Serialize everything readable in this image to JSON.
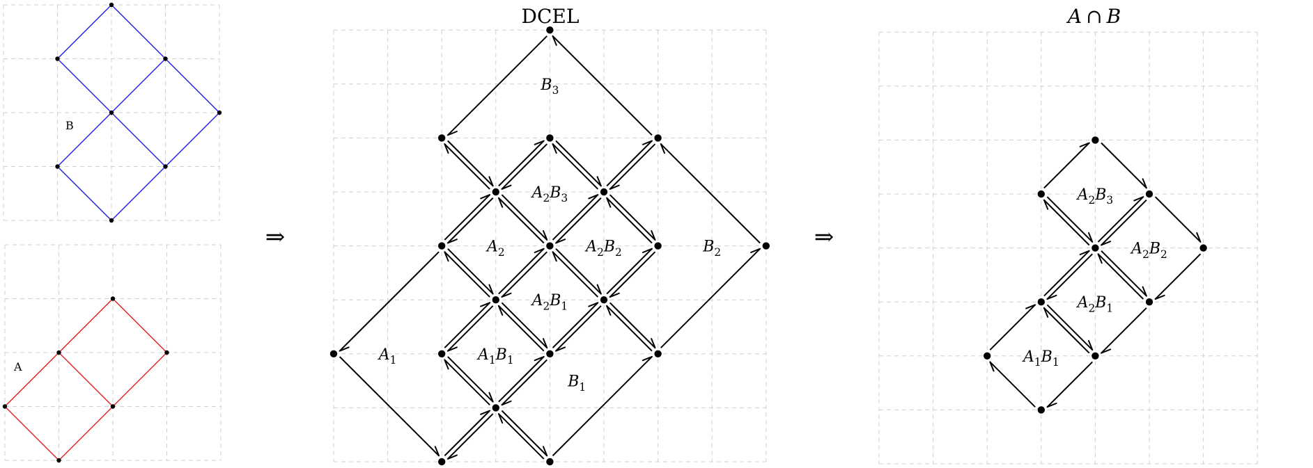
{
  "panels": {
    "b_input": {
      "label": "B",
      "color": "#1f1fe6",
      "vertices": [
        [
          2,
          4
        ],
        [
          1,
          3
        ],
        [
          3,
          3
        ],
        [
          2,
          2
        ],
        [
          4,
          2
        ],
        [
          1,
          1
        ],
        [
          3,
          1
        ],
        [
          2,
          0
        ]
      ],
      "edges": [
        [
          [
            2,
            4
          ],
          [
            1,
            3
          ]
        ],
        [
          [
            2,
            4
          ],
          [
            3,
            3
          ]
        ],
        [
          [
            1,
            3
          ],
          [
            2,
            2
          ]
        ],
        [
          [
            3,
            3
          ],
          [
            2,
            2
          ]
        ],
        [
          [
            3,
            3
          ],
          [
            4,
            2
          ]
        ],
        [
          [
            2,
            2
          ],
          [
            1,
            1
          ]
        ],
        [
          [
            2,
            2
          ],
          [
            3,
            1
          ]
        ],
        [
          [
            4,
            2
          ],
          [
            3,
            1
          ]
        ],
        [
          [
            1,
            1
          ],
          [
            2,
            0
          ]
        ],
        [
          [
            3,
            1
          ],
          [
            2,
            0
          ]
        ]
      ]
    },
    "a_input": {
      "label": "A",
      "color": "#e01f1f",
      "vertices": [
        [
          2,
          3
        ],
        [
          1,
          2
        ],
        [
          3,
          2
        ],
        [
          0,
          1
        ],
        [
          2,
          1
        ],
        [
          1,
          0
        ]
      ],
      "edges": [
        [
          [
            2,
            3
          ],
          [
            1,
            2
          ]
        ],
        [
          [
            2,
            3
          ],
          [
            3,
            2
          ]
        ],
        [
          [
            1,
            2
          ],
          [
            0,
            1
          ]
        ],
        [
          [
            1,
            2
          ],
          [
            2,
            1
          ]
        ],
        [
          [
            3,
            2
          ],
          [
            2,
            1
          ]
        ],
        [
          [
            0,
            1
          ],
          [
            1,
            0
          ]
        ],
        [
          [
            2,
            1
          ],
          [
            1,
            0
          ]
        ]
      ]
    },
    "dcel": {
      "title": "DCEL",
      "vertices": [
        [
          4,
          8
        ],
        [
          2,
          6
        ],
        [
          4,
          6
        ],
        [
          6,
          6
        ],
        [
          3,
          5
        ],
        [
          5,
          5
        ],
        [
          2,
          4
        ],
        [
          4,
          4
        ],
        [
          6,
          4
        ],
        [
          8,
          4
        ],
        [
          3,
          3
        ],
        [
          5,
          3
        ],
        [
          0,
          2
        ],
        [
          2,
          2
        ],
        [
          4,
          2
        ],
        [
          6,
          2
        ],
        [
          3,
          1
        ],
        [
          2,
          0
        ],
        [
          4,
          0
        ]
      ],
      "face_labels": [
        {
          "text": "B3",
          "base": "B",
          "sub": "3",
          "at": [
            4,
            7
          ]
        },
        {
          "text": "A2B3",
          "base": "A",
          "sub": "2",
          "base2": "B",
          "sub2": "3",
          "at": [
            4,
            5
          ]
        },
        {
          "text": "A2",
          "base": "A",
          "sub": "2",
          "at": [
            3,
            4
          ]
        },
        {
          "text": "A2B2",
          "base": "A",
          "sub": "2",
          "base2": "B",
          "sub2": "2",
          "at": [
            5,
            4
          ]
        },
        {
          "text": "B2",
          "base": "B",
          "sub": "2",
          "at": [
            7,
            4
          ]
        },
        {
          "text": "A2B1",
          "base": "A",
          "sub": "2",
          "base2": "B",
          "sub2": "1",
          "at": [
            4,
            3
          ]
        },
        {
          "text": "A1",
          "base": "A",
          "sub": "1",
          "at": [
            1,
            2
          ]
        },
        {
          "text": "A1B1",
          "base": "A",
          "sub": "1",
          "base2": "B",
          "sub2": "1",
          "at": [
            3,
            2
          ]
        },
        {
          "text": "B1",
          "base": "B",
          "sub": "1",
          "at": [
            4.5,
            1.5
          ]
        }
      ],
      "half_edges": [
        [
          [
            4,
            8
          ],
          [
            2,
            6
          ]
        ],
        [
          [
            6,
            6
          ],
          [
            4,
            8
          ]
        ],
        [
          [
            8,
            4
          ],
          [
            6,
            6
          ]
        ],
        [
          [
            6,
            2
          ],
          [
            8,
            4
          ]
        ],
        [
          [
            4,
            0
          ],
          [
            6,
            2
          ]
        ],
        [
          [
            2,
            6
          ],
          [
            3,
            5
          ]
        ],
        [
          [
            3,
            5
          ],
          [
            2,
            6
          ]
        ],
        [
          [
            4,
            6
          ],
          [
            3,
            5
          ]
        ],
        [
          [
            3,
            5
          ],
          [
            4,
            6
          ]
        ],
        [
          [
            4,
            6
          ],
          [
            5,
            5
          ]
        ],
        [
          [
            5,
            5
          ],
          [
            4,
            6
          ]
        ],
        [
          [
            6,
            6
          ],
          [
            5,
            5
          ]
        ],
        [
          [
            5,
            5
          ],
          [
            6,
            6
          ]
        ],
        [
          [
            3,
            5
          ],
          [
            2,
            4
          ]
        ],
        [
          [
            2,
            4
          ],
          [
            3,
            5
          ]
        ],
        [
          [
            3,
            5
          ],
          [
            4,
            4
          ]
        ],
        [
          [
            4,
            4
          ],
          [
            3,
            5
          ]
        ],
        [
          [
            5,
            5
          ],
          [
            4,
            4
          ]
        ],
        [
          [
            4,
            4
          ],
          [
            5,
            5
          ]
        ],
        [
          [
            5,
            5
          ],
          [
            6,
            4
          ]
        ],
        [
          [
            6,
            4
          ],
          [
            5,
            5
          ]
        ],
        [
          [
            2,
            4
          ],
          [
            0,
            2
          ]
        ],
        [
          [
            0,
            2
          ],
          [
            2,
            0
          ]
        ],
        [
          [
            2,
            0
          ],
          [
            3,
            1
          ]
        ],
        [
          [
            2,
            4
          ],
          [
            3,
            3
          ]
        ],
        [
          [
            3,
            3
          ],
          [
            2,
            4
          ]
        ],
        [
          [
            4,
            4
          ],
          [
            3,
            3
          ]
        ],
        [
          [
            3,
            3
          ],
          [
            4,
            4
          ]
        ],
        [
          [
            4,
            4
          ],
          [
            5,
            3
          ]
        ],
        [
          [
            5,
            3
          ],
          [
            4,
            4
          ]
        ],
        [
          [
            6,
            4
          ],
          [
            5,
            3
          ]
        ],
        [
          [
            5,
            3
          ],
          [
            6,
            4
          ]
        ],
        [
          [
            3,
            3
          ],
          [
            2,
            2
          ]
        ],
        [
          [
            2,
            2
          ],
          [
            3,
            3
          ]
        ],
        [
          [
            3,
            3
          ],
          [
            4,
            2
          ]
        ],
        [
          [
            4,
            2
          ],
          [
            3,
            3
          ]
        ],
        [
          [
            5,
            3
          ],
          [
            4,
            2
          ]
        ],
        [
          [
            4,
            2
          ],
          [
            5,
            3
          ]
        ],
        [
          [
            5,
            3
          ],
          [
            6,
            2
          ]
        ],
        [
          [
            6,
            2
          ],
          [
            5,
            3
          ]
        ],
        [
          [
            2,
            2
          ],
          [
            3,
            1
          ]
        ],
        [
          [
            3,
            1
          ],
          [
            2,
            2
          ]
        ],
        [
          [
            4,
            2
          ],
          [
            3,
            1
          ]
        ],
        [
          [
            3,
            1
          ],
          [
            4,
            2
          ]
        ],
        [
          [
            3,
            1
          ],
          [
            2,
            0
          ]
        ],
        [
          [
            3,
            1
          ],
          [
            4,
            0
          ]
        ],
        [
          [
            4,
            0
          ],
          [
            3,
            1
          ]
        ]
      ]
    },
    "intersection": {
      "title": "A ∩ B",
      "title_a": "A",
      "title_op": "∩",
      "title_b": "B",
      "vertices": [
        [
          4,
          6
        ],
        [
          3,
          5
        ],
        [
          5,
          5
        ],
        [
          4,
          4
        ],
        [
          6,
          4
        ],
        [
          3,
          3
        ],
        [
          5,
          3
        ],
        [
          2,
          2
        ],
        [
          4,
          2
        ],
        [
          3,
          1
        ]
      ],
      "face_labels": [
        {
          "text": "A2B3",
          "base": "A",
          "sub": "2",
          "base2": "B",
          "sub2": "3",
          "at": [
            4,
            5
          ]
        },
        {
          "text": "A2B2",
          "base": "A",
          "sub": "2",
          "base2": "B",
          "sub2": "2",
          "at": [
            5,
            4
          ]
        },
        {
          "text": "A2B1",
          "base": "A",
          "sub": "2",
          "base2": "B",
          "sub2": "1",
          "at": [
            4,
            3
          ]
        },
        {
          "text": "A1B1",
          "base": "A",
          "sub": "1",
          "base2": "B",
          "sub2": "1",
          "at": [
            3,
            2
          ]
        }
      ],
      "half_edges": [
        [
          [
            3,
            5
          ],
          [
            4,
            6
          ]
        ],
        [
          [
            4,
            6
          ],
          [
            5,
            5
          ]
        ],
        [
          [
            5,
            5
          ],
          [
            6,
            4
          ]
        ],
        [
          [
            6,
            4
          ],
          [
            5,
            3
          ]
        ],
        [
          [
            5,
            3
          ],
          [
            4,
            2
          ]
        ],
        [
          [
            4,
            2
          ],
          [
            3,
            1
          ]
        ],
        [
          [
            3,
            1
          ],
          [
            2,
            2
          ]
        ],
        [
          [
            2,
            2
          ],
          [
            3,
            3
          ]
        ],
        [
          [
            4,
            4
          ],
          [
            3,
            5
          ]
        ],
        [
          [
            3,
            5
          ],
          [
            4,
            4
          ]
        ],
        [
          [
            5,
            5
          ],
          [
            4,
            4
          ]
        ],
        [
          [
            4,
            4
          ],
          [
            5,
            5
          ]
        ],
        [
          [
            4,
            4
          ],
          [
            3,
            3
          ]
        ],
        [
          [
            3,
            3
          ],
          [
            4,
            4
          ]
        ],
        [
          [
            4,
            4
          ],
          [
            5,
            3
          ]
        ],
        [
          [
            5,
            3
          ],
          [
            4,
            4
          ]
        ],
        [
          [
            3,
            3
          ],
          [
            4,
            2
          ]
        ],
        [
          [
            4,
            2
          ],
          [
            3,
            3
          ]
        ]
      ]
    }
  },
  "implies_symbols": [
    "⇒",
    "⇒"
  ],
  "colors": {
    "blue": "#1f1fe6",
    "red": "#e01f1f",
    "grid": "#d0d0d0",
    "ink": "#000000"
  }
}
